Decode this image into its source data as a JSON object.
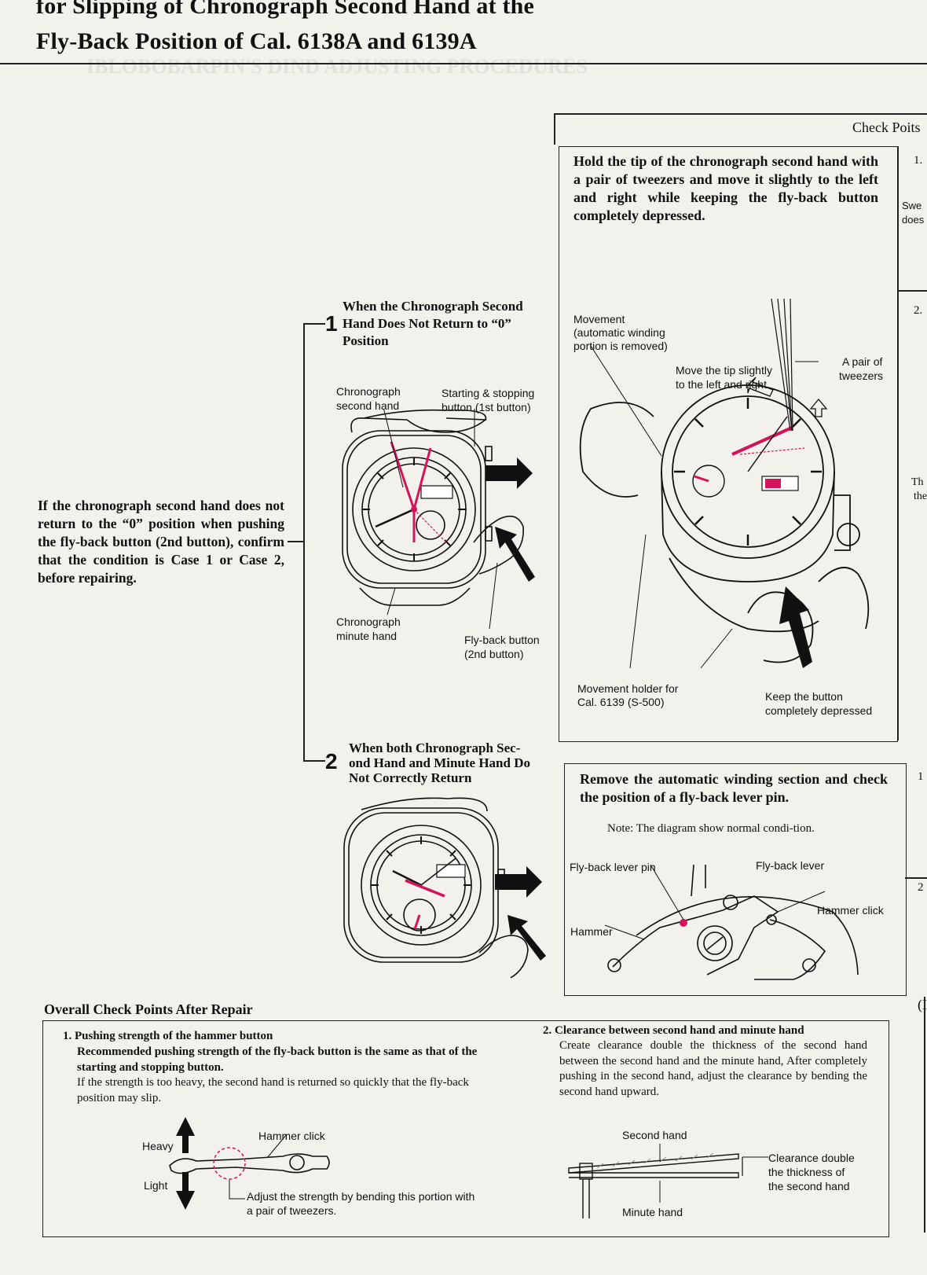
{
  "title": {
    "line1": "for Slipping of Chronograph Second Hand at the",
    "line2": "Fly-Back Position of Cal. 6138A and 6139A"
  },
  "left_instruction": "If the chronograph second hand does not return to the “0” position when pushing the fly-back button (2nd button), confirm that the condition is Case 1 or Case 2, before repairing.",
  "case1": {
    "number": "1",
    "line1": "When the Chronograph Second",
    "line2": "Hand Does Not Return to “0”",
    "line3": "Position",
    "label_chrono_second_1": "Chronograph",
    "label_chrono_second_2": "second hand",
    "label_start_stop_1": "Starting & stopping",
    "label_start_stop_2": "button (1st button)",
    "label_chrono_minute_1": "Chronograph",
    "label_chrono_minute_2": "minute hand",
    "label_flyback_1": "Fly-back button",
    "label_flyback_2": "(2nd button)"
  },
  "case2": {
    "number": "2",
    "line1": "When both Chronograph Sec-",
    "line2": "ond Hand and Minute Hand Do",
    "line3": "Not Correctly Return"
  },
  "check_header": "Check Poits",
  "check_box1": {
    "text": "Hold the tip of the chronograph second hand with a pair of tweezers and move it slightly to the left and right while keeping the fly-back button completely depressed.",
    "label_movement_1": "Movement",
    "label_movement_2": "(automatic winding",
    "label_movement_3": "portion is removed)",
    "label_move_tip_1": "Move the tip slightly",
    "label_move_tip_2": "to the left and right",
    "label_tweezers_1": "A pair of",
    "label_tweezers_2": "tweezers",
    "label_holder_1": "Movement holder for",
    "label_holder_2": "Cal. 6139 (S-500)",
    "label_keep_1": "Keep the button",
    "label_keep_2": "completely depressed"
  },
  "check_box2": {
    "text": "Remove the automatic winding section and check the position of a fly-back lever pin.",
    "note": "Note: The diagram show normal condi-tion.",
    "label_lever_pin": "Fly-back lever pin",
    "label_lever": "Fly-back lever",
    "label_hammer_click": "Hammer click",
    "label_hammer": "Hammer"
  },
  "right_col": {
    "n1": "1.",
    "n2": "2.",
    "n3": "1",
    "n4": "2",
    "frag1": "Swe",
    "frag2": "does",
    "frag3": "Th",
    "frag4": "the",
    "frag5": "(I"
  },
  "overall": {
    "heading": "Overall Check Points After Repair",
    "item1_title": "1. Pushing strength of the hammer button",
    "item1_bold": "Recommended pushing strength of the fly-back button is the same as that of the starting and stopping button.",
    "item1_text": "If the strength is too heavy, the second hand is returned so quickly that the fly-back position may slip.",
    "item1_heavy": "Heavy",
    "item1_light": "Light",
    "item1_hammer_click": "Hammer click",
    "item1_adjust_1": "Adjust the strength by bending this portion with",
    "item1_adjust_2": "a pair of tweezers.",
    "item2_title": "2. Clearance between second hand and minute hand",
    "item2_text": "Create clearance double the thickness of the second hand between the second hand and the minute hand, After completely pushing in the second hand, adjust the clearance by bending the second hand upward.",
    "item2_second": "Second hand",
    "item2_minute": "Minute hand",
    "item2_clear_1": "Clearance double",
    "item2_clear_2": "the thickness of",
    "item2_clear_3": "the second hand"
  },
  "colors": {
    "paper": "#f3f1ec",
    "ink": "#111111",
    "magenta": "#d4145a"
  }
}
